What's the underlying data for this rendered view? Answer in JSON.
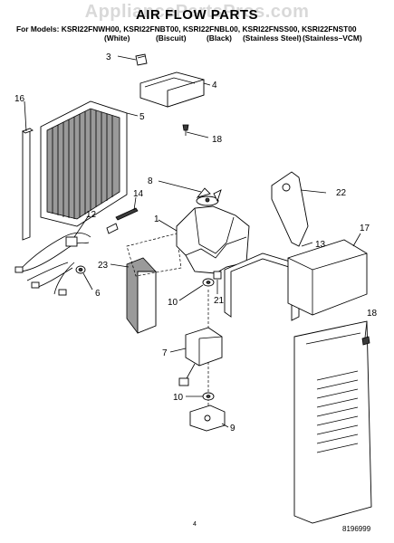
{
  "watermark": "AppliancePartsPros.com",
  "title": "AIR FLOW PARTS",
  "models_line": "For Models: KSRI22FNWH00, KSRI22FNBT00, KSRI22FNBL00, KSRI22FNSS00, KSRI22FNST00",
  "finishes": [
    "(White)",
    "(Biscuit)",
    "(Black)",
    "(Stainless Steel)",
    "(Stainless–VCM)"
  ],
  "callouts": {
    "c3": "3",
    "c4": "4",
    "c16": "16",
    "c5": "5",
    "c18a": "18",
    "c8": "8",
    "c14": "14",
    "c22": "22",
    "c12": "12",
    "c1": "1",
    "c17": "17",
    "c13": "13",
    "c23": "23",
    "c6": "6",
    "c10a": "10",
    "c21": "21",
    "c18b": "18",
    "c7": "7",
    "c10b": "10",
    "c9": "9"
  },
  "page_number": "4",
  "doc_number": "8196999"
}
